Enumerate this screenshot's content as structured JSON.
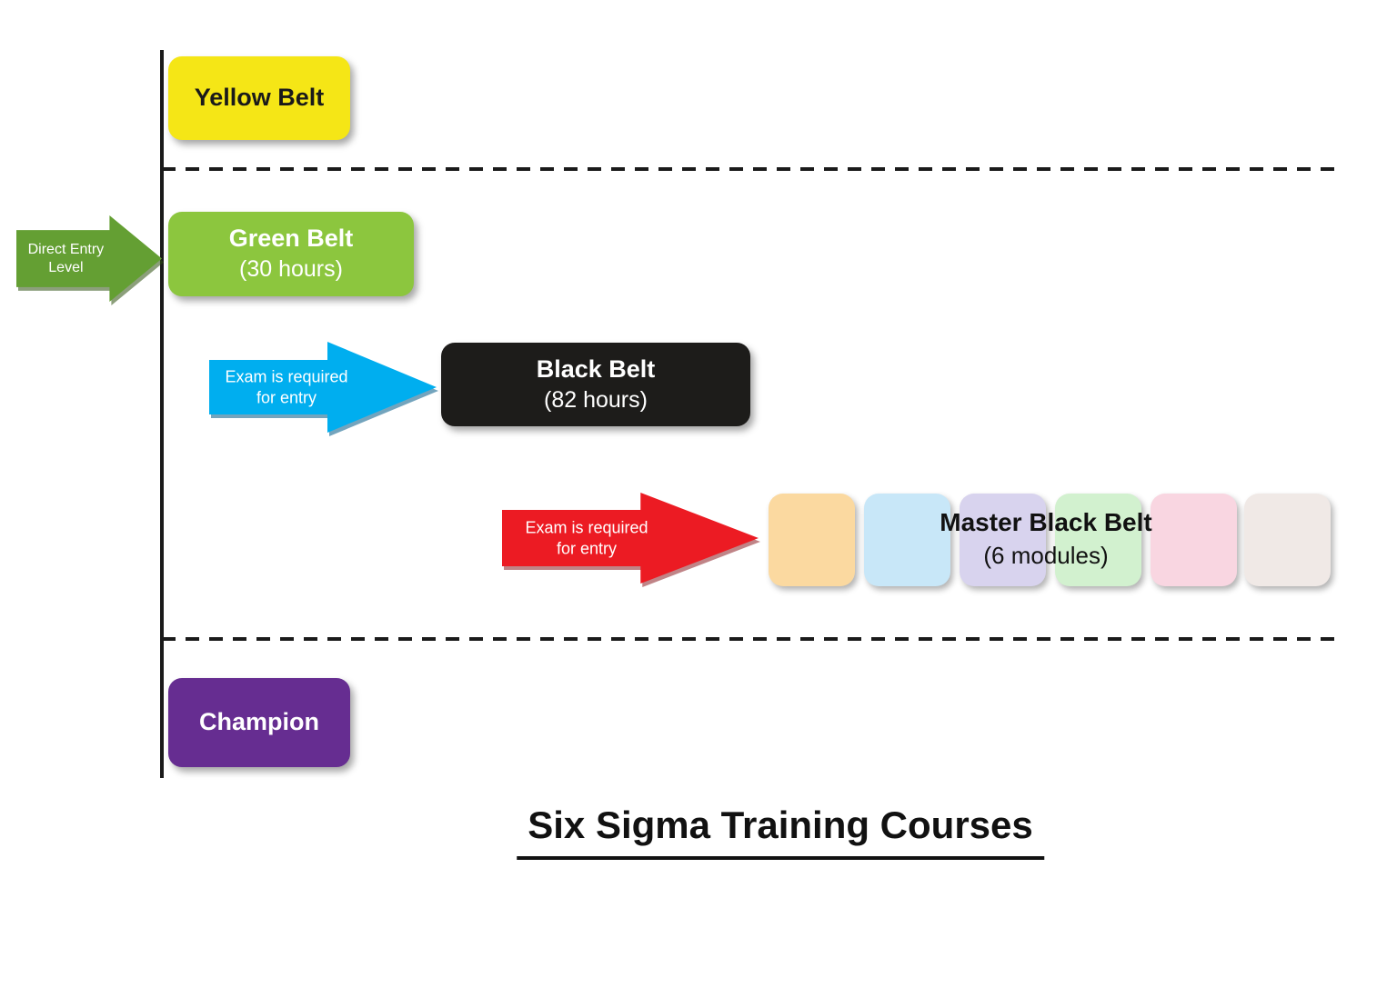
{
  "title": "Six Sigma Training Courses",
  "belts": {
    "yellow": {
      "label": "Yellow Belt",
      "color": "#f5e616"
    },
    "green": {
      "label": "Green Belt",
      "sublabel": "(30 hours)",
      "color": "#8cc63e"
    },
    "black": {
      "label": "Black Belt",
      "sublabel": "(82 hours)",
      "color": "#1d1c1a"
    },
    "master_black": {
      "label": "Master Black Belt",
      "sublabel": "(6 modules)",
      "module_colors": [
        "#fbd9a0",
        "#c8e7f8",
        "#d8d3ee",
        "#d2f1cf",
        "#f9d6e1",
        "#f0e9e6"
      ]
    },
    "champion": {
      "label": "Champion",
      "color": "#662d91"
    }
  },
  "arrows": {
    "direct_entry": {
      "label": "Direct Entry",
      "sublabel": "Level",
      "color": "#649f33"
    },
    "exam_green_to_black": {
      "label": "Exam is required",
      "sublabel": "for entry",
      "color": "#00aeef"
    },
    "exam_black_to_master": {
      "label": "Exam is required",
      "sublabel": "for entry",
      "color": "#ec1b23"
    }
  },
  "line_color": "#1a1a1a"
}
